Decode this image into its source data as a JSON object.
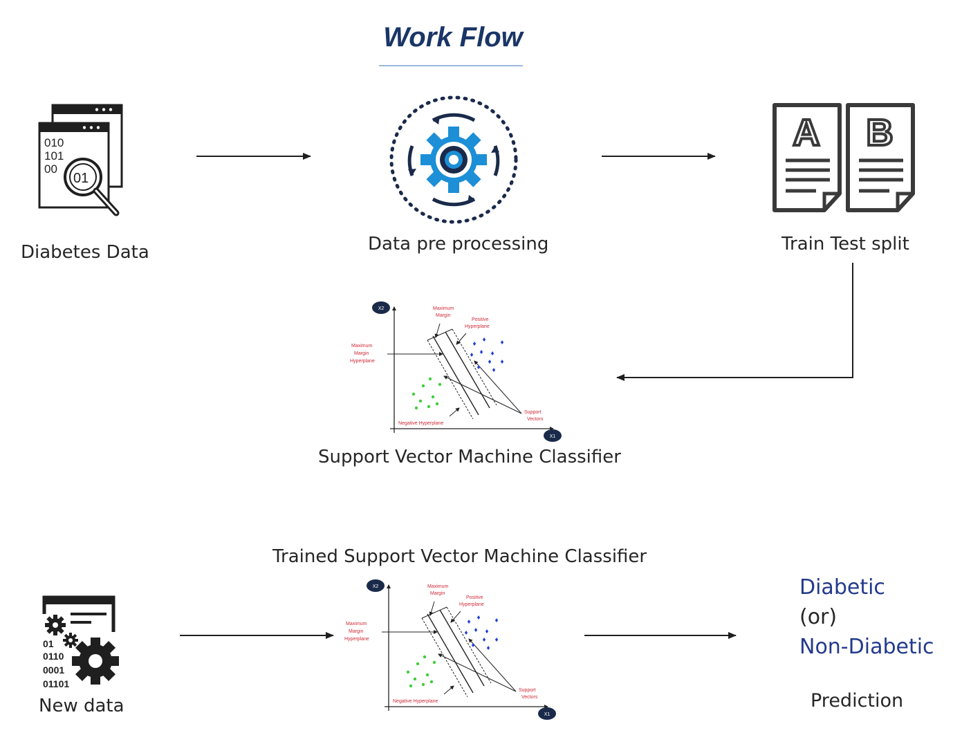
{
  "title": "Work Flow",
  "steps": {
    "diabetes_data": "Diabetes Data",
    "preprocessing": "Data pre processing",
    "train_test_split": "Train Test split",
    "svm": "Support Vector Machine Classifier",
    "trained_svm": "Trained Support Vector Machine Classifier",
    "new_data": "New data"
  },
  "output": {
    "diabetic": "Diabetic",
    "or": "(or)",
    "non_diabetic": "Non-Diabetic",
    "prediction": "Prediction"
  },
  "icons": {
    "data_binary": [
      "010",
      "101",
      "00",
      "01"
    ],
    "new_data_binary": [
      "01",
      "0110",
      "0001",
      "01101"
    ],
    "split_letters": [
      "A",
      "B"
    ]
  },
  "svm_labels": {
    "x1": "X1",
    "x2": "X2",
    "maximum_margin": "Maximum",
    "maximum_margin2": "Margin",
    "positive_hyperplane": "Positive",
    "positive_hyperplane2": "Hyperplane",
    "max_margin_hyperplane": "Maximum",
    "max_margin_hyperplane2": "Margin",
    "max_margin_hyperplane3": "Hyperplane",
    "negative_hyperplane": "Negative Hyperplane",
    "support_vectors": "Support",
    "support_vectors2": "Vectors"
  },
  "colors": {
    "title": "#1a3566",
    "output_class": "#233a8c",
    "gear_blue": "#1c8fd6",
    "dark_navy": "#1a2a4a",
    "svm_red": "#cc2a36",
    "positive_points": "#1f3fd6",
    "negative_points": "#3fcf3a"
  }
}
